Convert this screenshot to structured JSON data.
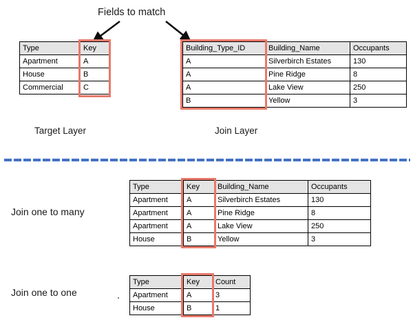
{
  "annotations": {
    "fields_to_match": "Fields to match",
    "target_layer": "Target Layer",
    "join_layer": "Join Layer",
    "join_one_to_many": "Join one to many",
    "join_one_to_one": "Join one to one"
  },
  "colors": {
    "highlight_red": "#e8796a",
    "divider_blue": "#4472c4",
    "header_gray": "#e4e4e4",
    "border_black": "#000000"
  },
  "tables": {
    "target_layer": {
      "headers": [
        "Type",
        "Key"
      ],
      "rows": [
        [
          "Apartment",
          "A"
        ],
        [
          "House",
          "B"
        ],
        [
          "Commercial",
          "C"
        ]
      ],
      "highlight_column": "Key"
    },
    "join_layer": {
      "headers": [
        "Building_Type_ID",
        "Building_Name",
        "Occupants"
      ],
      "rows": [
        [
          "A",
          "Silverbirch Estates",
          "130"
        ],
        [
          "A",
          "Pine Ridge",
          "8"
        ],
        [
          "A",
          "Lake View",
          "250"
        ],
        [
          "B",
          "Yellow",
          "3"
        ]
      ],
      "highlight_column": "Building_Type_ID"
    },
    "one_to_many_result": {
      "headers": [
        "Type",
        "Key",
        "Building_Name",
        "Occupants"
      ],
      "rows": [
        [
          "Apartment",
          "A",
          "Silverbirch Estates",
          "130"
        ],
        [
          "Apartment",
          "A",
          "Pine Ridge",
          "8"
        ],
        [
          "Apartment",
          "A",
          "Lake View",
          "250"
        ],
        [
          "House",
          "B",
          "Yellow",
          "3"
        ]
      ],
      "highlight_column": "Key"
    },
    "one_to_one_result": {
      "headers": [
        "Type",
        "Key",
        "Count"
      ],
      "rows": [
        [
          "Apartment",
          "A",
          "3"
        ],
        [
          "House",
          "B",
          "1"
        ]
      ],
      "highlight_column": "Key"
    }
  }
}
